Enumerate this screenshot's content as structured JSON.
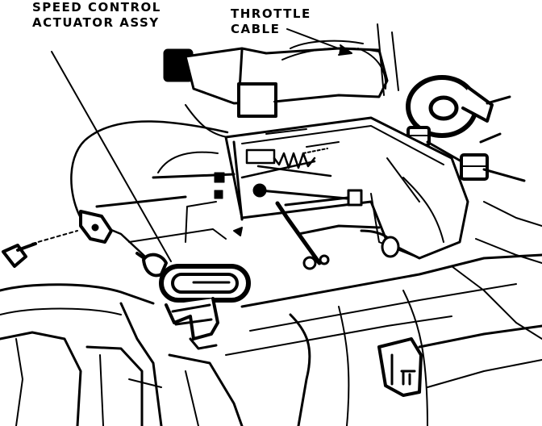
{
  "labels": {
    "speed_control": {
      "line1": "SPEED CONTROL",
      "line2": "ACTUATOR ASSY"
    },
    "throttle_cable": {
      "line1": "THROTTLE",
      "line2": "CABLE"
    }
  },
  "colors": {
    "ink": "#000000",
    "paper": "#ffffff"
  }
}
